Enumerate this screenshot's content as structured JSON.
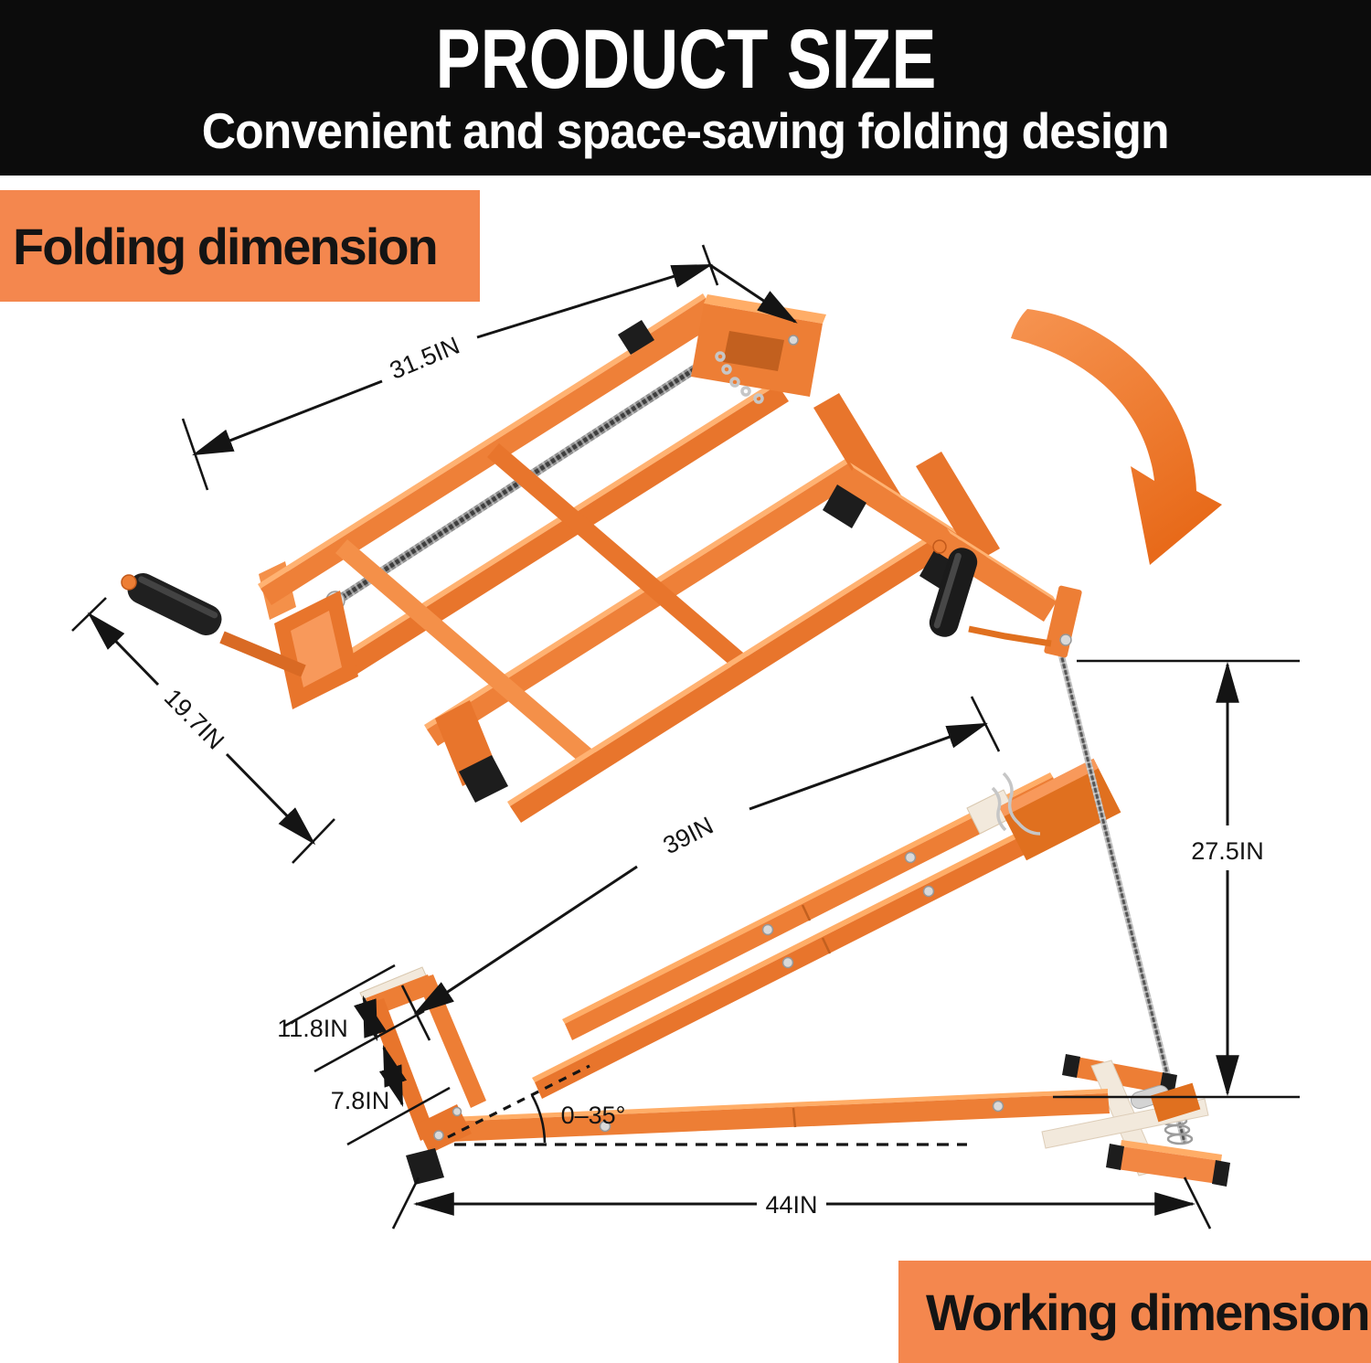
{
  "header": {
    "title": "PRODUCT SIZE",
    "subtitle": "Convenient and space-saving folding design"
  },
  "labels": {
    "folding": "Folding dimension",
    "working": "Working dimension"
  },
  "dims": {
    "folded_length": "31.5IN",
    "folded_width": "19.7IN",
    "arm_length": "39IN",
    "lift_height": "27.5IN",
    "cradle_width": "11.8IN",
    "ground_clearance": "7.8IN",
    "tilt_angle": "0–35°",
    "base_length": "44IN"
  },
  "product": "lawn mower lift jack",
  "colors": {
    "header_bg": "#0c0c0c",
    "label_bg": "#f4874e",
    "product_orange": "#ed7e35",
    "product_orange_dark": "#e0701f",
    "product_orange_light": "#ffad67",
    "arrow_orange": "#e9661c",
    "dimension_line": "#141414",
    "silver": "#c9c9c9",
    "cream": "#f2e9dc"
  }
}
